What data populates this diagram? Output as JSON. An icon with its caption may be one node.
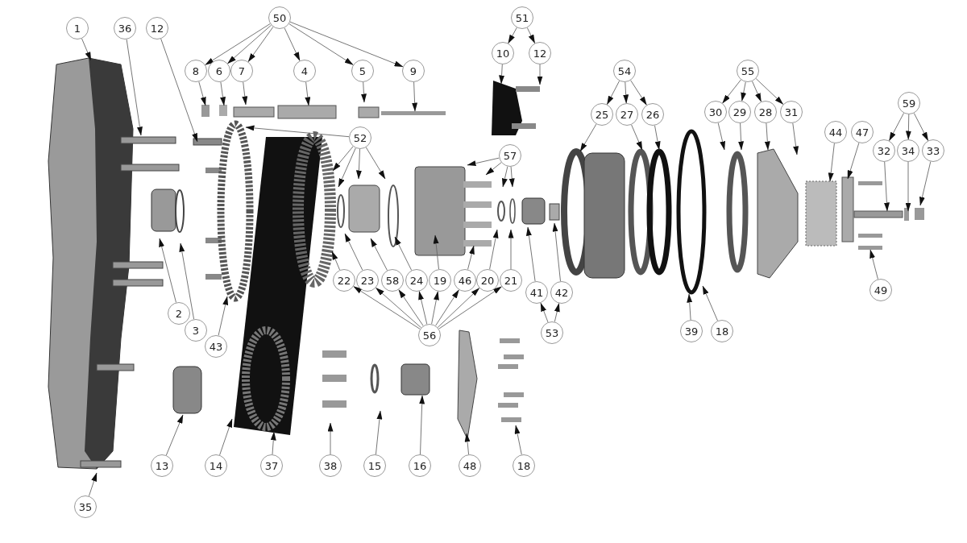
{
  "diagram": {
    "nodes": [
      {
        "text": [
          "1"
        ]
      },
      {
        "text": [
          "36"
        ]
      },
      {
        "text": [
          "12"
        ]
      },
      {
        "text": [
          "50"
        ]
      },
      {
        "text": [
          "8"
        ]
      },
      {
        "text": [
          "6"
        ]
      },
      {
        "text": [
          "7"
        ]
      },
      {
        "text": [
          "4"
        ]
      },
      {
        "text": [
          "5"
        ]
      },
      {
        "text": [
          "9"
        ]
      },
      {
        "text": [
          "51"
        ]
      },
      {
        "text": [
          "10"
        ]
      },
      {
        "text": [
          "12"
        ]
      },
      {
        "text": [
          "52"
        ]
      },
      {
        "text": [
          "54"
        ]
      },
      {
        "text": [
          "25"
        ]
      },
      {
        "text": [
          "27"
        ]
      },
      {
        "text": [
          "26"
        ]
      },
      {
        "text": [
          "55"
        ]
      },
      {
        "text": [
          "30"
        ]
      },
      {
        "text": [
          "29"
        ]
      },
      {
        "text": [
          "28"
        ]
      },
      {
        "text": [
          "31"
        ]
      },
      {
        "text": [
          "59"
        ]
      },
      {
        "text": [
          "44"
        ]
      },
      {
        "text": [
          "47"
        ]
      },
      {
        "text": [
          "32"
        ]
      },
      {
        "text": [
          "34"
        ]
      },
      {
        "text": [
          "33"
        ]
      },
      {
        "text": [
          "57"
        ]
      },
      {
        "text": [
          "22"
        ]
      },
      {
        "text": [
          "23"
        ]
      },
      {
        "text": [
          "58"
        ]
      },
      {
        "text": [
          "24"
        ]
      },
      {
        "text": [
          "19"
        ]
      },
      {
        "text": [
          "46"
        ]
      },
      {
        "text": [
          "20"
        ]
      },
      {
        "text": [
          "21"
        ]
      },
      {
        "text": [
          "41"
        ]
      },
      {
        "text": [
          "42"
        ]
      },
      {
        "text": [
          "2"
        ]
      },
      {
        "text": [
          "3"
        ]
      },
      {
        "text": [
          "43"
        ]
      },
      {
        "text": [
          "56"
        ]
      },
      {
        "text": [
          "53"
        ]
      },
      {
        "text": [
          "39"
        ]
      },
      {
        "text": [
          "18"
        ]
      },
      {
        "text": [
          "49"
        ]
      },
      {
        "text": [
          "13"
        ]
      },
      {
        "text": [
          "14"
        ]
      },
      {
        "text": [
          "37"
        ]
      },
      {
        "text": [
          "38"
        ]
      },
      {
        "text": [
          "15"
        ]
      },
      {
        "text": [
          "16"
        ]
      },
      {
        "text": [
          "48"
        ]
      },
      {
        "text": [
          "18"
        ]
      },
      {
        "text": [
          "35"
        ]
      }
    ],
    "edges": [
      {
        "from": 0,
        "to": null,
        "arrow": "to"
      },
      {
        "from": 1,
        "to": null,
        "arrow": "to"
      },
      {
        "from": 2,
        "to": null,
        "arrow": "to"
      },
      {
        "from": 3,
        "to": 4,
        "arrow": "to"
      },
      {
        "from": 3,
        "to": 5,
        "arrow": "to"
      },
      {
        "from": 3,
        "to": 6,
        "arrow": "to"
      },
      {
        "from": 3,
        "to": 7,
        "arrow": "to"
      },
      {
        "from": 3,
        "to": 8,
        "arrow": "to"
      },
      {
        "from": 3,
        "to": 9,
        "arrow": "to"
      },
      {
        "from": 4,
        "to": null,
        "arrow": "to"
      },
      {
        "from": 5,
        "to": null,
        "arrow": "to"
      },
      {
        "from": 6,
        "to": null,
        "arrow": "to"
      },
      {
        "from": 7,
        "to": null,
        "arrow": "to"
      },
      {
        "from": 8,
        "to": null,
        "arrow": "to"
      },
      {
        "from": 9,
        "to": null,
        "arrow": "to"
      },
      {
        "from": 10,
        "to": 11,
        "arrow": "to"
      },
      {
        "from": 10,
        "to": 12,
        "arrow": "to"
      },
      {
        "from": 11,
        "to": null,
        "arrow": "to"
      },
      {
        "from": 12,
        "to": null,
        "arrow": "to"
      },
      {
        "from": 13,
        "to": null,
        "arrow": "to"
      },
      {
        "from": 13,
        "to": null,
        "arrow": "to"
      },
      {
        "from": 13,
        "to": null,
        "arrow": "to"
      },
      {
        "from": 13,
        "to": null,
        "arrow": "to"
      },
      {
        "from": 13,
        "to": null,
        "arrow": "to"
      },
      {
        "from": 14,
        "to": 15,
        "arrow": "to"
      },
      {
        "from": 14,
        "to": 16,
        "arrow": "to"
      },
      {
        "from": 14,
        "to": 17,
        "arrow": "to"
      },
      {
        "from": 15,
        "to": null,
        "arrow": "to"
      },
      {
        "from": 16,
        "to": null,
        "arrow": "to"
      },
      {
        "from": 17,
        "to": null,
        "arrow": "to"
      },
      {
        "from": 18,
        "to": 19,
        "arrow": "to"
      },
      {
        "from": 18,
        "to": 20,
        "arrow": "to"
      },
      {
        "from": 18,
        "to": 21,
        "arrow": "to"
      },
      {
        "from": 18,
        "to": 22,
        "arrow": "to"
      },
      {
        "from": 19,
        "to": null,
        "arrow": "to"
      },
      {
        "from": 20,
        "to": null,
        "arrow": "to"
      },
      {
        "from": 21,
        "to": null,
        "arrow": "to"
      },
      {
        "from": 22,
        "to": null,
        "arrow": "to"
      },
      {
        "from": 23,
        "to": 26,
        "arrow": "to"
      },
      {
        "from": 23,
        "to": 27,
        "arrow": "to"
      },
      {
        "from": 23,
        "to": 28,
        "arrow": "to"
      },
      {
        "from": 24,
        "to": null,
        "arrow": "to"
      },
      {
        "from": 25,
        "to": null,
        "arrow": "to"
      },
      {
        "from": 26,
        "to": null,
        "arrow": "to"
      },
      {
        "from": 27,
        "to": null,
        "arrow": "to"
      },
      {
        "from": 28,
        "to": null,
        "arrow": "to"
      },
      {
        "from": 29,
        "to": null,
        "arrow": "to"
      },
      {
        "from": 29,
        "to": null,
        "arrow": "to"
      },
      {
        "from": 29,
        "to": null,
        "arrow": "to"
      },
      {
        "from": 29,
        "to": null,
        "arrow": "to"
      },
      {
        "from": 30,
        "to": null,
        "arrow": "to"
      },
      {
        "from": 31,
        "to": null,
        "arrow": "to"
      },
      {
        "from": 32,
        "to": null,
        "arrow": "to"
      },
      {
        "from": 33,
        "to": null,
        "arrow": "to"
      },
      {
        "from": 34,
        "to": null,
        "arrow": "to"
      },
      {
        "from": 35,
        "to": null,
        "arrow": "to"
      },
      {
        "from": 36,
        "to": null,
        "arrow": "to"
      },
      {
        "from": 37,
        "to": null,
        "arrow": "to"
      },
      {
        "from": 38,
        "to": null,
        "arrow": "to"
      },
      {
        "from": 39,
        "to": null,
        "arrow": "to"
      },
      {
        "from": 40,
        "to": null,
        "arrow": "to"
      },
      {
        "from": 41,
        "to": null,
        "arrow": "to"
      },
      {
        "from": 42,
        "to": null,
        "arrow": "to"
      },
      {
        "from": 43,
        "to": 30,
        "arrow": "to"
      },
      {
        "from": 43,
        "to": 31,
        "arrow": "to"
      },
      {
        "from": 43,
        "to": 32,
        "arrow": "to"
      },
      {
        "from": 43,
        "to": 33,
        "arrow": "to"
      },
      {
        "from": 43,
        "to": 34,
        "arrow": "to"
      },
      {
        "from": 43,
        "to": 35,
        "arrow": "to"
      },
      {
        "from": 43,
        "to": 36,
        "arrow": "to"
      },
      {
        "from": 43,
        "to": 37,
        "arrow": "to"
      },
      {
        "from": 44,
        "to": 38,
        "arrow": "to"
      },
      {
        "from": 44,
        "to": 39,
        "arrow": "to"
      },
      {
        "from": 45,
        "to": null,
        "arrow": "to"
      },
      {
        "from": 46,
        "to": null,
        "arrow": "to"
      },
      {
        "from": 47,
        "to": null,
        "arrow": "to"
      },
      {
        "from": 48,
        "to": null,
        "arrow": "to"
      },
      {
        "from": 49,
        "to": null,
        "arrow": "to"
      },
      {
        "from": 50,
        "to": null,
        "arrow": "to"
      },
      {
        "from": 51,
        "to": null,
        "arrow": "to"
      },
      {
        "from": 52,
        "to": null,
        "arrow": "to"
      },
      {
        "from": 53,
        "to": null,
        "arrow": "to"
      },
      {
        "from": 54,
        "to": null,
        "arrow": "to"
      },
      {
        "from": 55,
        "to": null,
        "arrow": "to"
      },
      {
        "from": 56,
        "to": null,
        "arrow": "to"
      }
    ]
  }
}
